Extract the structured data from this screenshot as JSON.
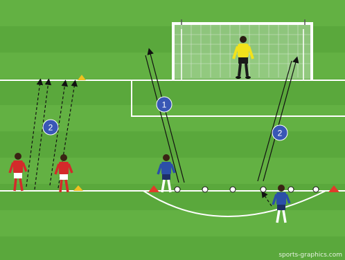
{
  "diagram": {
    "credit": "sports-graphics.com",
    "markers": [
      {
        "label": "1",
        "team": "blue"
      },
      {
        "label": "2",
        "team": "red"
      },
      {
        "label": "2",
        "team": "blue"
      }
    ],
    "colors": {
      "pitch_light": "#66b446",
      "pitch_dark": "#58a63a",
      "line": "#ffffff",
      "marker_fill": "#3957b5",
      "red_team": "#d42a2a",
      "blue_team": "#2b4fa8",
      "keeper": "#f2e21b",
      "cone_red": "#e03a2a",
      "cone_yellow": "#f0c020"
    }
  }
}
